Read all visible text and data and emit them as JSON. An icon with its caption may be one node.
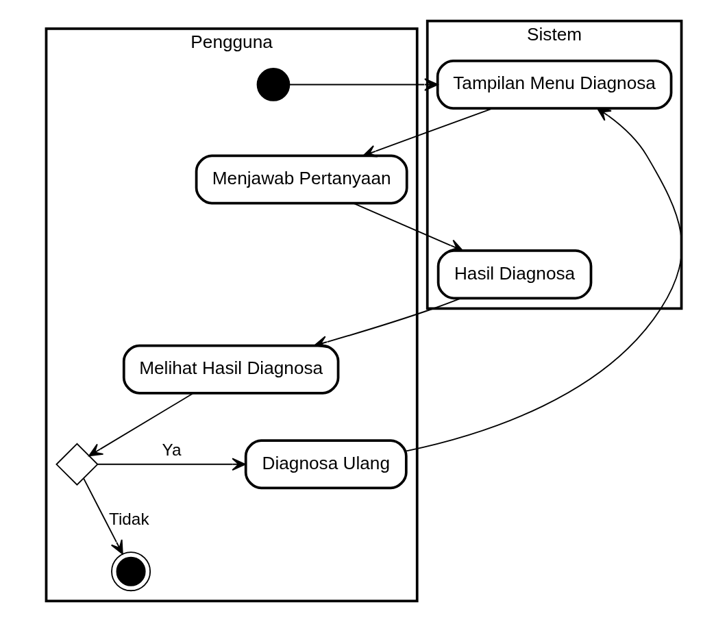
{
  "diagram": {
    "nodes": [
      {
        "text": [
          "Pengguna"
        ]
      },
      {
        "text": [
          "Sistem"
        ]
      },
      {
        "text": [],
        "shape": "circle",
        "in": 0
      },
      {
        "text": [
          "Tampilan Menu Diagnosa"
        ],
        "in": 1
      },
      {
        "text": [
          "Menjawab Pertanyaan"
        ],
        "in": 0
      },
      {
        "text": [
          "Hasil Diagnosa"
        ],
        "in": 1
      },
      {
        "text": [
          "Melihat Hasil Diagnosa"
        ],
        "in": 0
      },
      {
        "text": [],
        "shape": "diamond",
        "in": 0
      },
      {
        "text": [
          "Diagnosa Ulang"
        ],
        "in": 0
      },
      {
        "text": [],
        "shape": "circle",
        "in": 0
      }
    ],
    "edges": [
      {
        "from": 2,
        "to": 3,
        "arrow": "to"
      },
      {
        "from": 3,
        "to": 4,
        "arrow": "to"
      },
      {
        "from": 4,
        "to": 5,
        "arrow": "to"
      },
      {
        "from": 5,
        "to": 6,
        "arrow": "to"
      },
      {
        "from": 6,
        "to": 7,
        "arrow": "to"
      },
      {
        "from": 7,
        "to": 8,
        "arrow": "to",
        "label": "Ya"
      },
      {
        "from": 7,
        "to": 9,
        "arrow": "to",
        "label": "Tidak"
      },
      {
        "from": 8,
        "to": 3,
        "arrow": "to"
      }
    ]
  }
}
